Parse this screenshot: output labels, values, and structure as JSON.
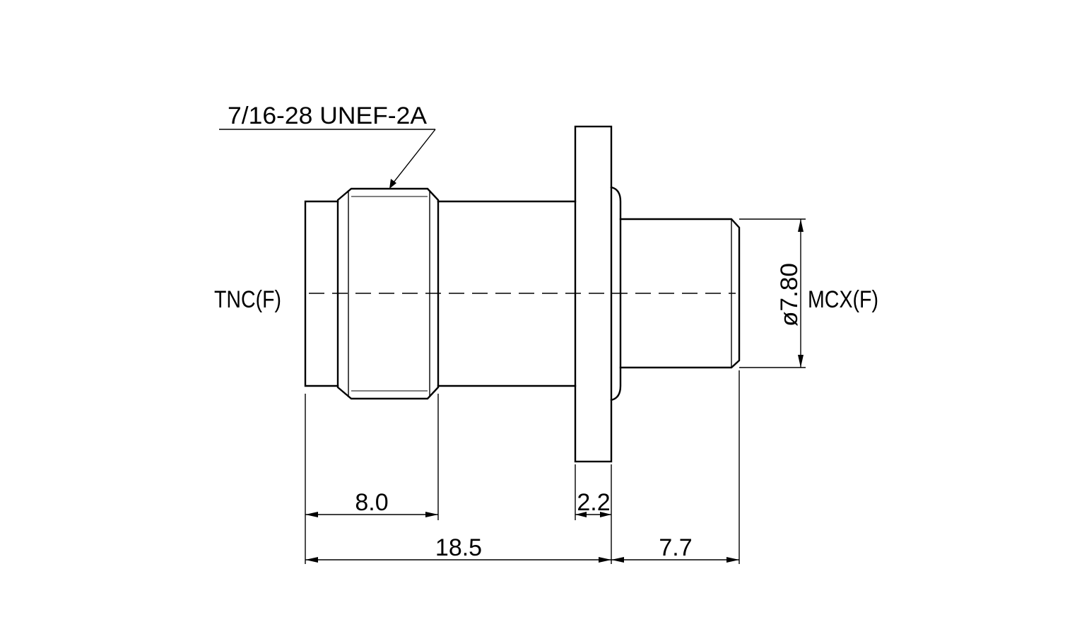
{
  "labels": {
    "thread": "7/16-28 UNEF-2A",
    "left_connector": "TNC(F)",
    "right_connector": "MCX(F)",
    "diameter": "ø7.80"
  },
  "dimensions": {
    "nut_length": "8.0",
    "overall_length": "18.5",
    "flange_thickness": "2.2",
    "mcx_length": "7.7"
  }
}
